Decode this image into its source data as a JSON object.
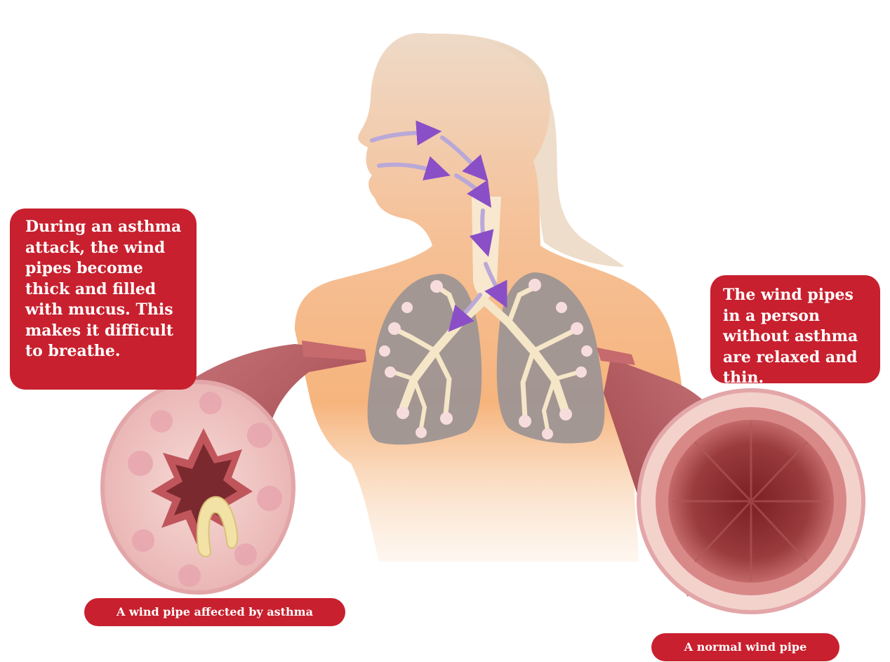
{
  "callouts": {
    "asthma_attack": "During an asthma attack, the wind pipes become thick and filled with mucus. This makes it difficult to breathe.",
    "normal_person": "The wind pipes in a person without asthma are relaxed and thin."
  },
  "labels": {
    "asthma_pipe": "A wind pipe affected by asthma",
    "normal_pipe": "A normal wind pipe"
  },
  "colors": {
    "callout_red": "#c8202e",
    "body_peach": "#f4b98a",
    "lung_gray": "#9e9593",
    "airway_cream": "#f5e6c8",
    "airflow_arrow": "#8a4fc6",
    "tissue_pink": "#efc0c0",
    "muscle_red": "#a64b50"
  },
  "icons": {
    "airflow": "airflow-arrow-icon",
    "mucus": "mucus-plug-icon"
  }
}
